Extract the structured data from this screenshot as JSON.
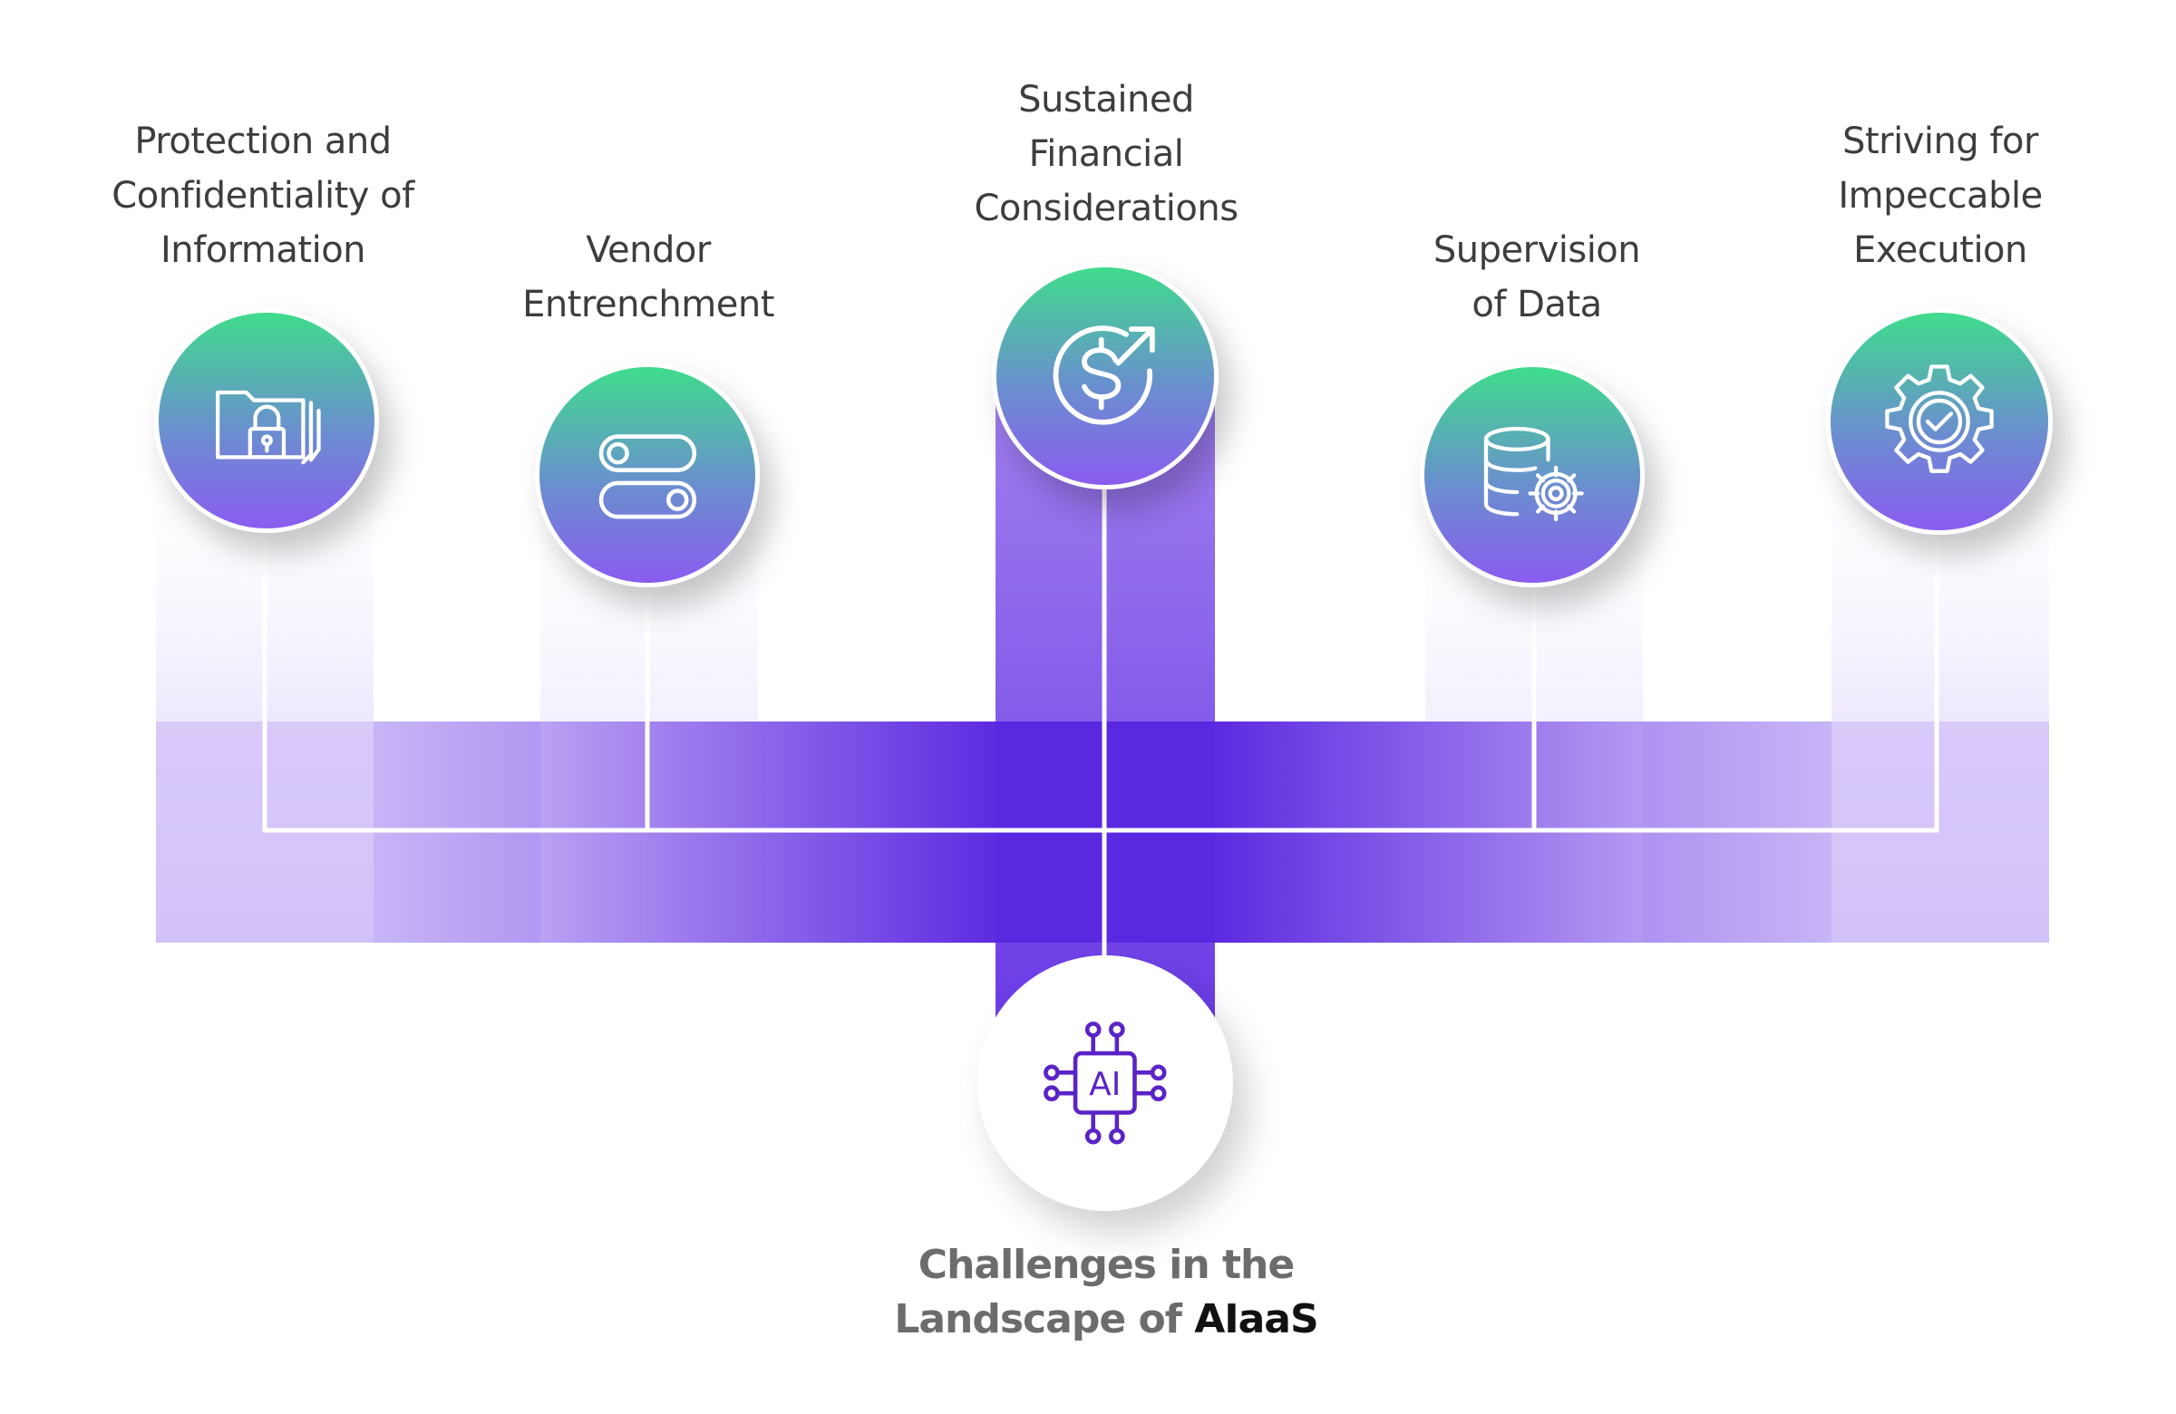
{
  "diagram": {
    "center": {
      "title_line1": "Challenges in the",
      "title_line2_prefix": "Landscape of",
      "title_line2_highlight": "AIaaS",
      "icon": "ai-chip-icon",
      "icon_text": "AI"
    },
    "nodes": [
      {
        "id": "protection",
        "lines": [
          "Protection and",
          "Confidentiality of",
          "Information"
        ],
        "icon": "locked-folder-icon"
      },
      {
        "id": "vendor",
        "lines": [
          "Vendor",
          "Entrenchment"
        ],
        "icon": "toggle-switches-icon"
      },
      {
        "id": "financial",
        "lines": [
          "Sustained",
          "Financial",
          "Considerations"
        ],
        "icon": "dollar-growth-icon"
      },
      {
        "id": "data",
        "lines": [
          "Supervision",
          "of Data"
        ],
        "icon": "database-gear-icon"
      },
      {
        "id": "execution",
        "lines": [
          "Striving for",
          "Impeccable",
          "Execution"
        ],
        "icon": "gear-check-icon"
      }
    ],
    "colors": {
      "band_dark": "#5b2be0",
      "band_light": "#dcd0fa",
      "node_top": "#3fdc8c",
      "node_bottom": "#8a5cf0",
      "icon_accent": "#5a23c8",
      "label_text": "#3d3d3d",
      "center_title": "#6c6c6c"
    }
  }
}
